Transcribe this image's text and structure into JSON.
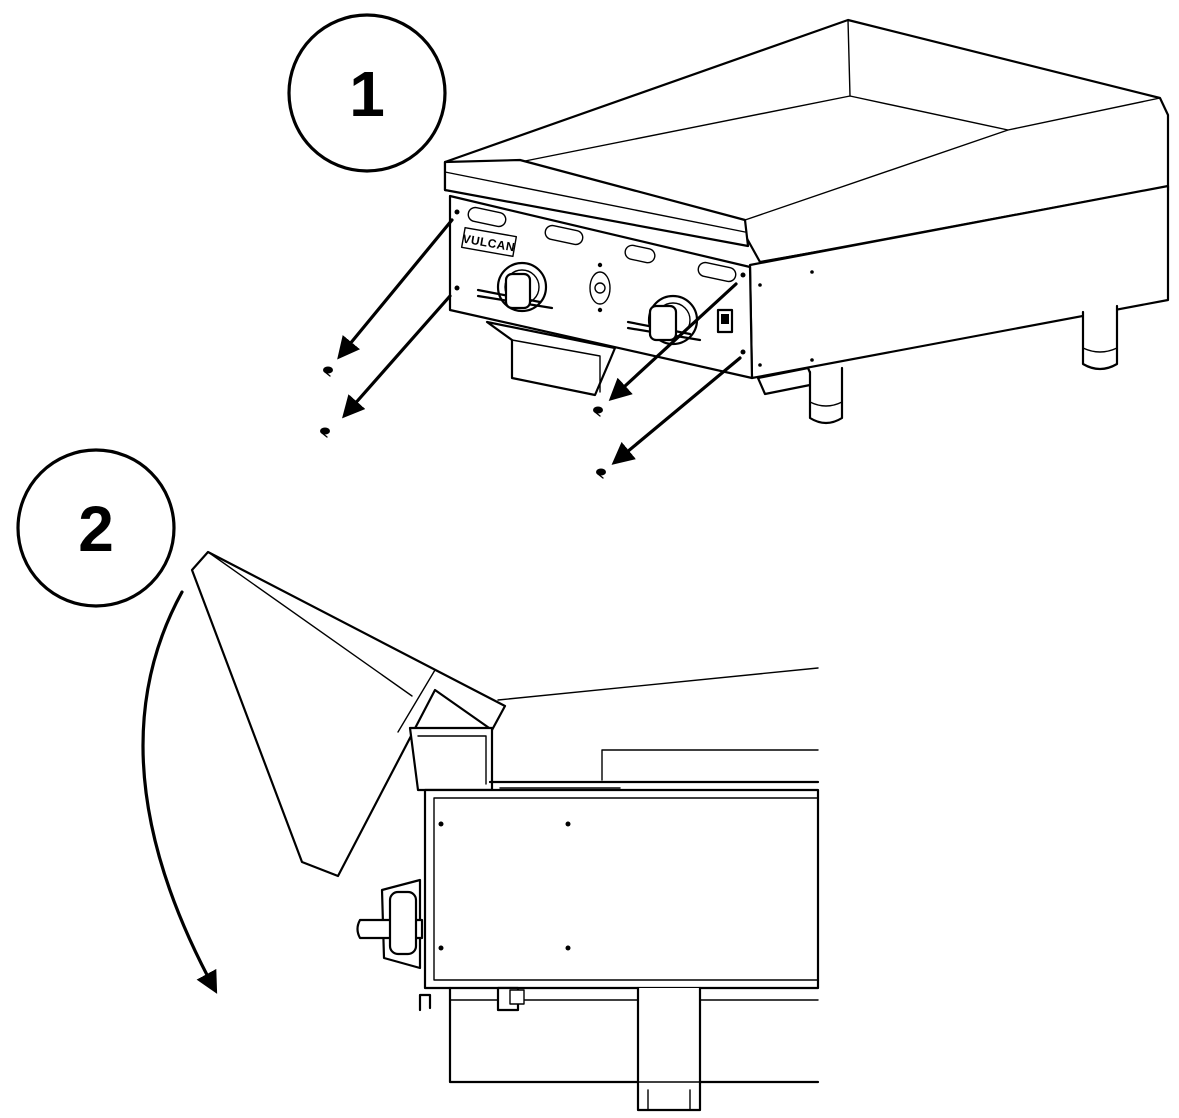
{
  "steps": [
    {
      "number": "1"
    },
    {
      "number": "2"
    }
  ],
  "brand_logo": "VULCAN",
  "colors": {
    "line": "#000000",
    "background": "#ffffff"
  }
}
